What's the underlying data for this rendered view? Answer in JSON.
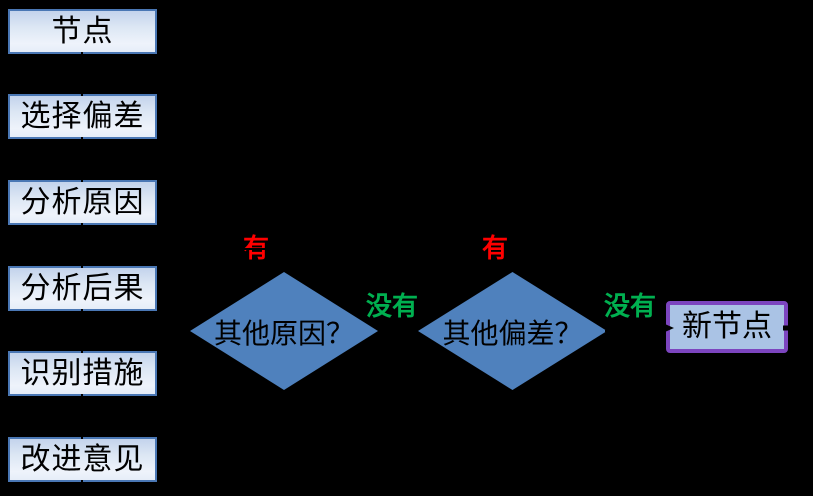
{
  "diagram": {
    "process_steps": [
      {
        "label": "节点"
      },
      {
        "label": "选择偏差"
      },
      {
        "label": "分析原因"
      },
      {
        "label": "分析后果"
      },
      {
        "label": "识别措施"
      },
      {
        "label": "改进意见"
      }
    ],
    "decisions": [
      {
        "label": "其他原因？",
        "yes_label": "有",
        "no_label": "没有"
      },
      {
        "label": "其他偏差？",
        "yes_label": "有",
        "no_label": "没有"
      }
    ],
    "result": {
      "label": "新节点"
    },
    "colors": {
      "background": "#000000",
      "step_border": "#4a77b4",
      "step_fill_top": "#c3d3ec",
      "step_fill_bottom": "#eef3fb",
      "diamond_fill": "#4f81bd",
      "result_border": "#7c45bf",
      "result_fill": "#aac3e5",
      "yes_color": "#ff0000",
      "no_color": "#00b050",
      "text_color": "#000000",
      "connector_color": "#000000"
    }
  }
}
